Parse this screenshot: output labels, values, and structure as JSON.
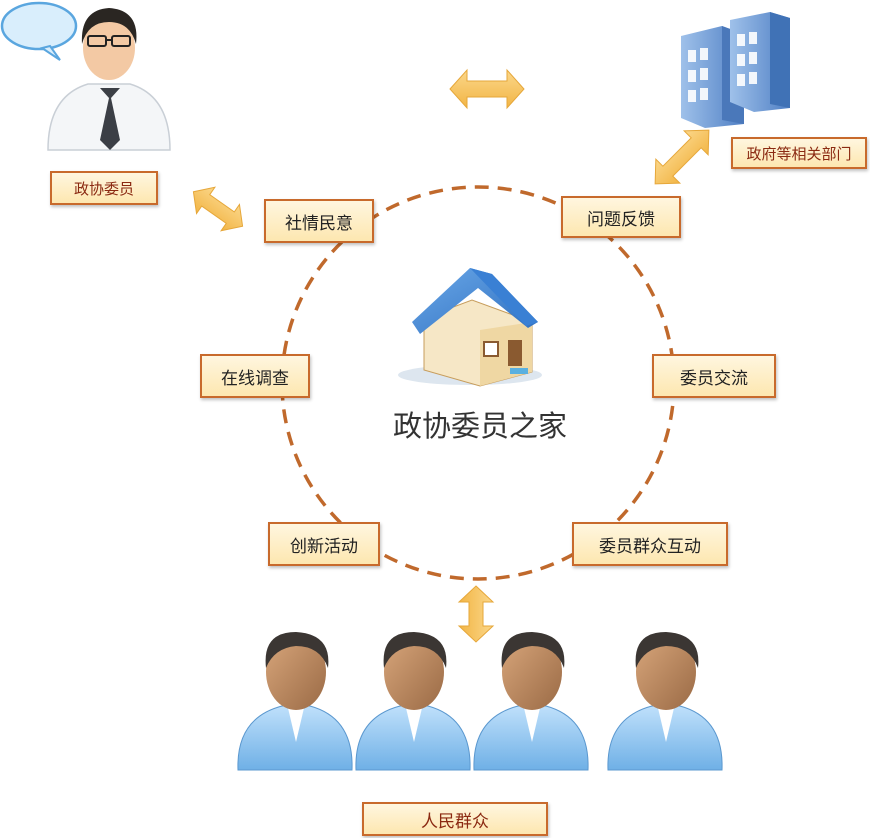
{
  "center": {
    "title": "政协委员之家"
  },
  "ring_nodes": [
    {
      "key": "sheqing",
      "label": "社情民意"
    },
    {
      "key": "wenti",
      "label": "问题反馈"
    },
    {
      "key": "zaixian",
      "label": "在线调查"
    },
    {
      "key": "jiaoliu",
      "label": "委员交流"
    },
    {
      "key": "chuangxin",
      "label": "创新活动"
    },
    {
      "key": "hudong",
      "label": "委员群众互动"
    }
  ],
  "actors": {
    "member": {
      "label": "政协委员",
      "icon": "businessman-icon"
    },
    "government": {
      "label": "政府等相关部门",
      "icon": "office-building-icon"
    },
    "public": {
      "label": "人民群众",
      "icon": "people-group-icon"
    }
  },
  "colors": {
    "ring": "#c0692c",
    "arrow": "#f7c566",
    "box_border": "#c86a2c",
    "box_fill": "#fde7b0"
  }
}
